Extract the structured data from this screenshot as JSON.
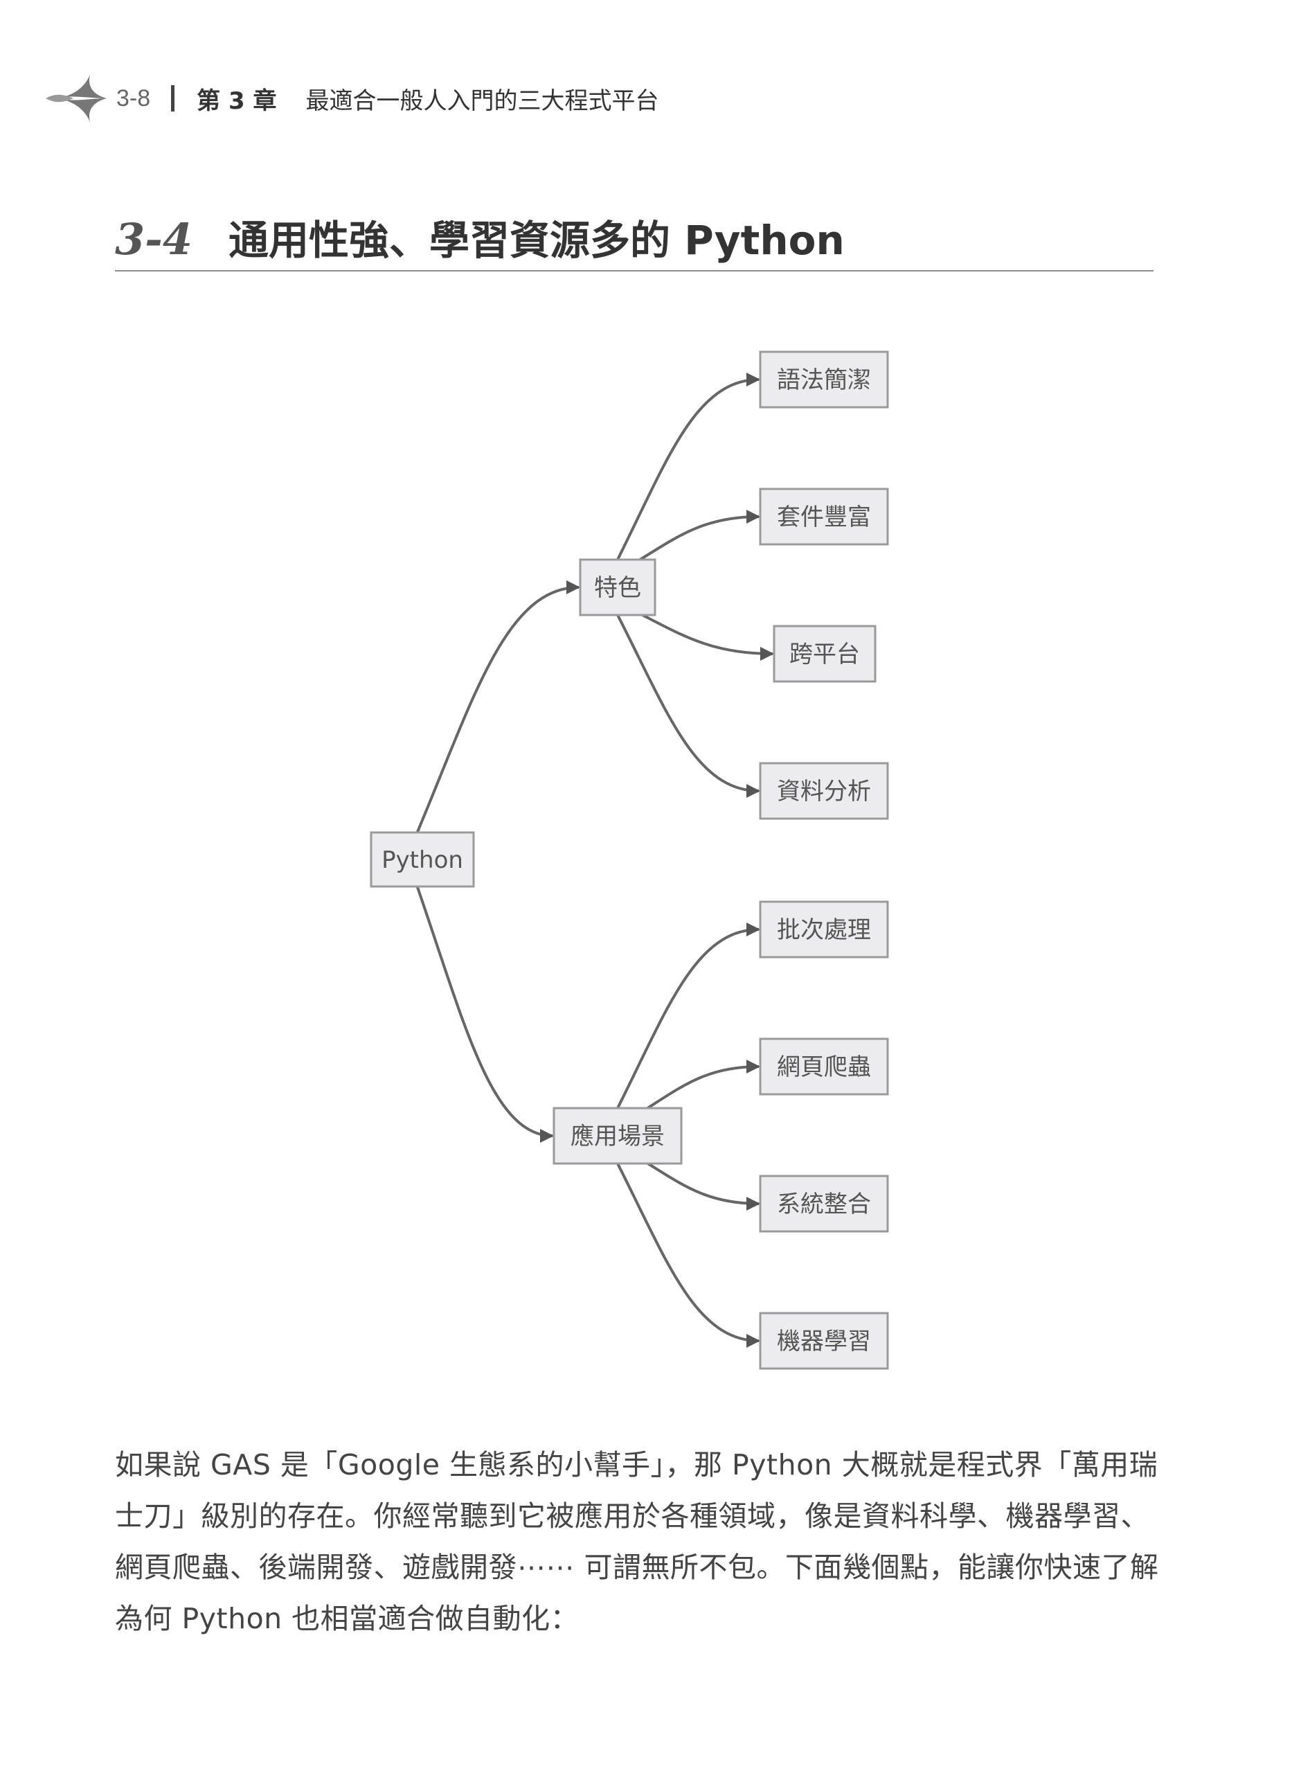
{
  "header": {
    "page_number": "3-8",
    "chapter_label": "第 3 章",
    "chapter_title": "最適合一般人入門的三大程式平台"
  },
  "section": {
    "number": "3-4",
    "title": "通用性強、學習資源多的 Python"
  },
  "diagram": {
    "root": "Python",
    "branches": [
      {
        "label": "特色",
        "children": [
          "語法簡潔",
          "套件豐富",
          "跨平台",
          "資料分析"
        ]
      },
      {
        "label": "應用場景",
        "children": [
          "批次處理",
          "網頁爬蟲",
          "系統整合",
          "機器學習"
        ]
      }
    ]
  },
  "body": {
    "paragraph": "如果說 GAS 是「Google 生態系的小幫手」，那 Python 大概就是程式界「萬用瑞士刀」級別的存在。你經常聽到它被應用於各種領域，像是資料科學、機器學習、網頁爬蟲、後端開發、遊戲開發⋯⋯ 可謂無所不包。下面幾個點，能讓你快速了解為何 Python 也相當適合做自動化："
  }
}
